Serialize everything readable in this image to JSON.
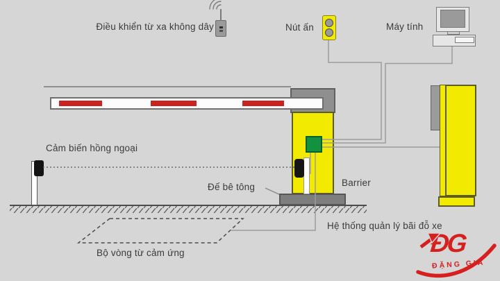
{
  "diagram": {
    "labels": {
      "remote": "Điều khiển từ xa không dây",
      "push_button": "Nút ấn",
      "computer": "Máy tính",
      "ir_sensor": "Cảm biến hồng ngoại",
      "concrete_base": "Đế bê tông",
      "barrier": "Barrier",
      "management_system": "Hệ thống quản lý bãi đỗ xe",
      "induction_loop": "Bộ vòng từ cảm ứng"
    },
    "logo": {
      "monogram": "ĐG",
      "name": "ĐẶNG GIA"
    }
  },
  "colors": {
    "background": "#d6d6d6",
    "diagram_yellow": "#f2ea00",
    "stripe_red": "#c9231f",
    "control_green": "#13913f",
    "wire_gray": "#9c9c9c",
    "metal_gray": "#8f8f8f",
    "base_gray": "#7e7e7e",
    "text": "#3a3a3a",
    "logo_red": "#d6201f"
  }
}
